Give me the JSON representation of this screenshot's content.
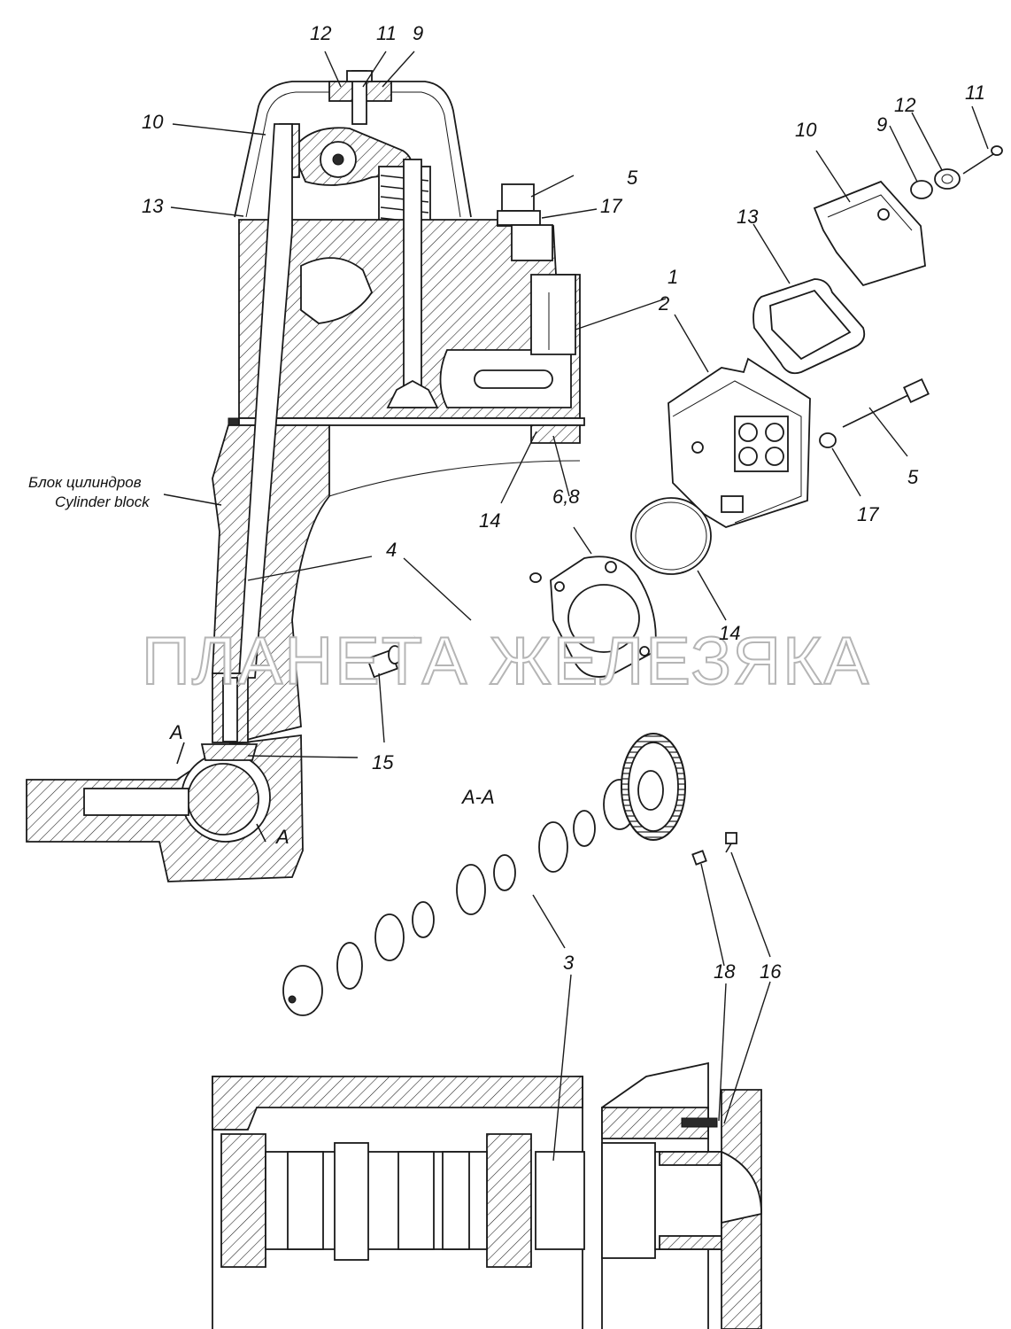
{
  "callouts": {
    "top_12": "12",
    "top_11": "11",
    "top_9": "9",
    "left_10": "10",
    "left_13": "13",
    "head_5": "5",
    "head_17": "17",
    "exp_1": "1",
    "exp_2": "2",
    "exp_10": "10",
    "exp_9": "9",
    "exp_12": "12",
    "exp_11": "11",
    "exp_13": "13",
    "exp_5": "5",
    "exp_17": "17",
    "gasket_68": "6,8",
    "seal_14a": "14",
    "seal_14b": "14",
    "rod_4": "4",
    "tappet_15": "15",
    "cam_3": "3",
    "aa_3": "3",
    "bolt_18": "18",
    "bolt_16": "16",
    "sec_A1": "A",
    "sec_A2": "A"
  },
  "captions": {
    "block_ru": "Блок цилиндров",
    "block_en": "Cylinder block",
    "section": "А-А"
  },
  "watermark": "ПЛАНЕТА ЖЕЛЕЗЯКА",
  "colors": {
    "line": "#1a1a1a",
    "background": "#ffffff",
    "watermark_outline": "#b5b5b5"
  }
}
